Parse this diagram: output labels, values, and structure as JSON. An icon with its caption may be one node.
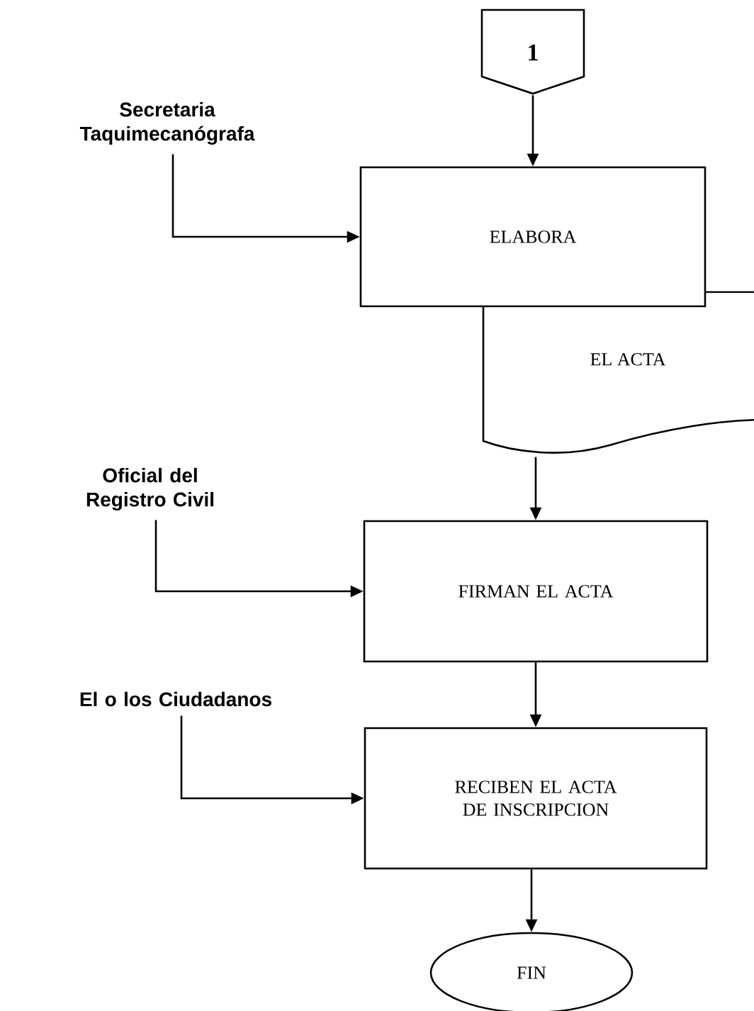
{
  "diagram": {
    "nodes": [
      {
        "text": [
          "1"
        ]
      },
      {
        "text": [
          "Secretaria Taquimecanógrafa"
        ]
      },
      {
        "text": [
          "ELABORA"
        ]
      },
      {
        "text": [
          "EL ACTA"
        ]
      },
      {
        "text": [
          "Oficial del Registro Civil"
        ]
      },
      {
        "text": [
          "FIRMAN EL ACTA"
        ]
      },
      {
        "text": [
          "El o los Ciudadanos"
        ]
      },
      {
        "text": [
          "RECIBEN EL ACTA DE INSCRIPCION"
        ]
      },
      {
        "text": [
          "FIN"
        ]
      }
    ],
    "edges": [
      {
        "from": 0,
        "to": 2,
        "arrow": "to"
      },
      {
        "from": 1,
        "to": 2,
        "arrow": "to"
      },
      {
        "from": 3,
        "to": 5,
        "arrow": "to"
      },
      {
        "from": 4,
        "to": 5,
        "arrow": "to"
      },
      {
        "from": 5,
        "to": 7,
        "arrow": "to"
      },
      {
        "from": 6,
        "to": 7,
        "arrow": "to"
      },
      {
        "from": 7,
        "to": 8,
        "arrow": "to"
      }
    ]
  }
}
